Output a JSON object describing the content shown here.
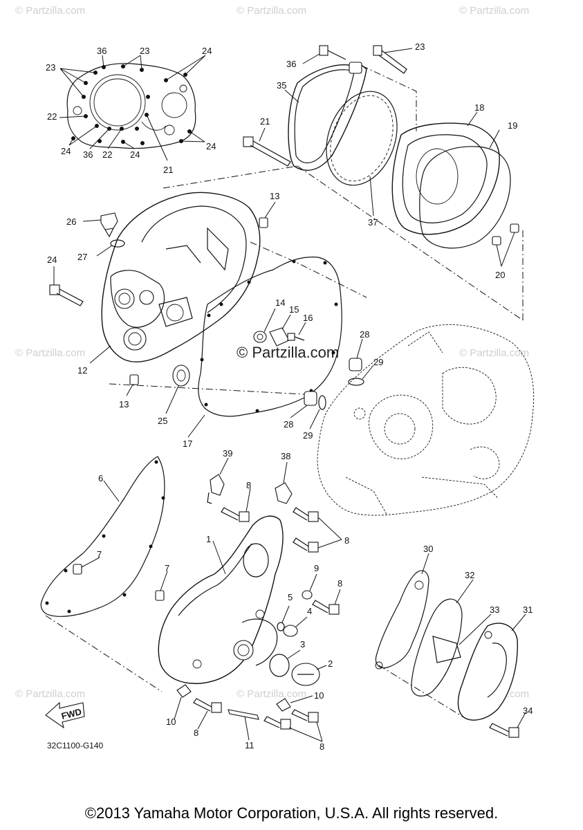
{
  "watermarks": {
    "corner": "© Partzilla.com",
    "center": "© Partzilla.com"
  },
  "diagram_code": "32C1100-G140",
  "fwd_label": "FWD",
  "footer": "©2013 Yamaha Motor Corporation, U.S.A. All rights reserved.",
  "callouts": {
    "c1": "1",
    "c2": "2",
    "c3": "3",
    "c4": "4",
    "c5": "5",
    "c6": "6",
    "c7": "7",
    "c8": "8",
    "c9": "9",
    "c10": "10",
    "c11": "11",
    "c12": "12",
    "c13": "13",
    "c14": "14",
    "c15": "15",
    "c16": "16",
    "c17": "17",
    "c18": "18",
    "c19": "19",
    "c20": "20",
    "c21": "21",
    "c22": "22",
    "c23": "23",
    "c24": "24",
    "c25": "25",
    "c26": "26",
    "c27": "27",
    "c28": "28",
    "c29": "29",
    "c30": "30",
    "c31": "31",
    "c32": "32",
    "c33": "33",
    "c34": "34",
    "c35": "35",
    "c36": "36",
    "c37": "37",
    "c38": "38",
    "c39": "39"
  }
}
